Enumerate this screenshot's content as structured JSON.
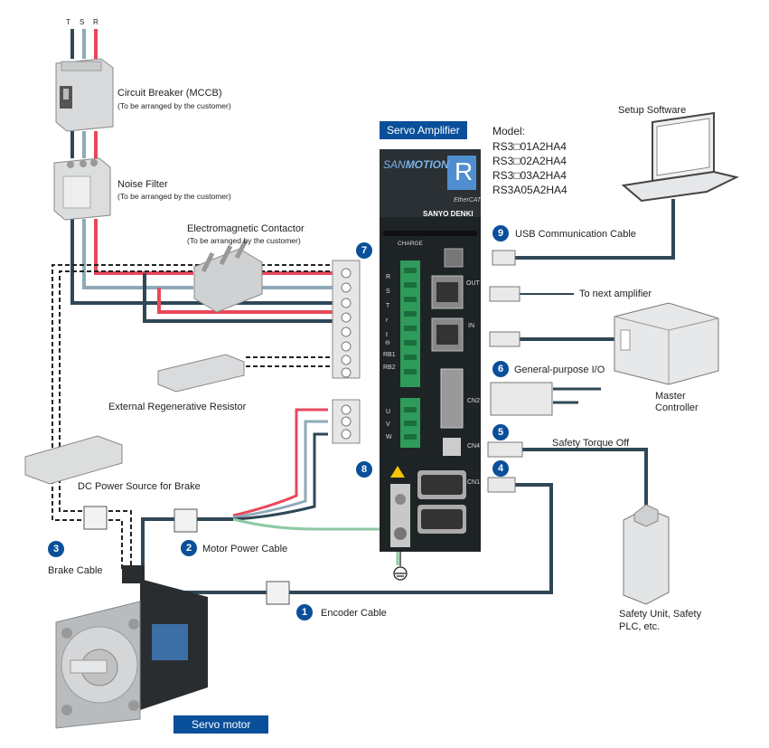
{
  "phase_labels": [
    "T",
    "S",
    "R"
  ],
  "breaker": {
    "title": "Circuit Breaker (MCCB)",
    "note": "(To be arranged by the customer)"
  },
  "noise_filter": {
    "title": "Noise Filter",
    "note": "(To be arranged by the customer)"
  },
  "contactor": {
    "title": "Electromagnetic Contactor",
    "note": "(To be arranged by the customer)"
  },
  "regen_resistor": {
    "title": "External Regenerative Resistor"
  },
  "dc_power": {
    "title": "DC Power Source for Brake"
  },
  "amplifier": {
    "tag": "Servo Amplifier",
    "model_heading": "Model:",
    "models": [
      "RS3□01A2HA4",
      "RS3□02A2HA4",
      "RS3□03A2HA4",
      "RS3A05A2HA4"
    ],
    "brand_san": "SAN",
    "brand_motion": "MOTION",
    "series_letter": "R",
    "maker": "SANYO DENKI",
    "ethercat": "EtherCAT",
    "charge": "CHARGE",
    "terminal_labels": [
      "R",
      "S",
      "T",
      "r",
      "t",
      "⊖",
      "RB1",
      "RB2"
    ],
    "motor_terminal_labels": [
      "U",
      "V",
      "W"
    ],
    "port_labels": [
      "OUT",
      "IN",
      "CN2",
      "CN4",
      "CN1"
    ]
  },
  "setup_software": {
    "title": "Setup Software"
  },
  "usb_cable": {
    "num": "9",
    "title": "USB Communication Cable"
  },
  "next_amp": {
    "title": "To next amplifier"
  },
  "master": {
    "title_line1": "Master",
    "title_line2": "Controller"
  },
  "gp_io": {
    "num": "6",
    "title": "General-purpose I/O"
  },
  "safety_torque": {
    "num": "5",
    "title": "Safety Torque Off"
  },
  "item4": {
    "num": "4"
  },
  "item7": {
    "num": "7"
  },
  "item8": {
    "num": "8"
  },
  "safety_unit": {
    "title_line1": "Safety Unit, Safety",
    "title_line2": "PLC, etc."
  },
  "brake_cable": {
    "num": "3",
    "title": "Brake Cable"
  },
  "motor_power": {
    "num": "2",
    "title": "Motor Power Cable"
  },
  "encoder": {
    "num": "1",
    "title": "Encoder Cable"
  },
  "servo_motor": {
    "tag": "Servo motor"
  },
  "colors": {
    "red": "#e8485b",
    "grey": "#8fa9b8",
    "dark": "#2f4756",
    "green": "#8ec9a4",
    "badge": "#0a4f9a"
  }
}
